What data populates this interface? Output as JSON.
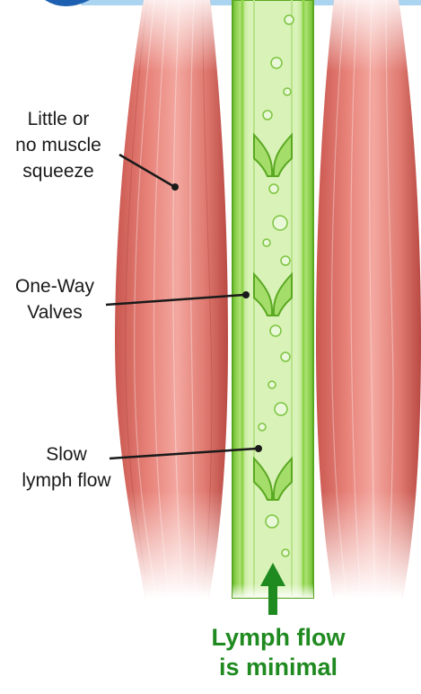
{
  "labels": {
    "muscle_squeeze": [
      "Little or",
      "no muscle",
      "squeeze"
    ],
    "valves": [
      "One-Way",
      "Valves"
    ],
    "slow_flow": [
      "Slow",
      "lymph flow"
    ]
  },
  "caption": [
    "Lymph flow",
    "is minimal"
  ],
  "colors": {
    "muscle": "#e8837a",
    "muscle_dark": "#c9574f",
    "vessel": "#8fd44a",
    "vessel_light": "#d9f2b8",
    "caption": "#1f8a1f",
    "top_bar": "#aad4f0",
    "badge": "#1d5fb0"
  }
}
